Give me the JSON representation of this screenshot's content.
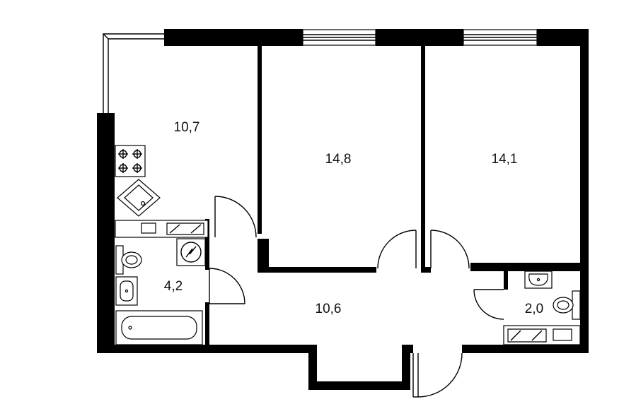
{
  "rooms": [
    {
      "id": "kitchen",
      "area": "10,7"
    },
    {
      "id": "bedroom-middle",
      "area": "14,8"
    },
    {
      "id": "bedroom-right",
      "area": "14,1"
    },
    {
      "id": "bathroom",
      "area": "4,2"
    },
    {
      "id": "hallway",
      "area": "10,6"
    },
    {
      "id": "toilet",
      "area": "2,0"
    }
  ],
  "colors": {
    "walls": "#000000",
    "background": "#ffffff"
  },
  "icons": [
    "stove-icon",
    "sink-icon",
    "toilet-icon",
    "bathtub-icon",
    "washbasin-icon",
    "boiler-icon",
    "window-icon",
    "door-swing-icon"
  ]
}
